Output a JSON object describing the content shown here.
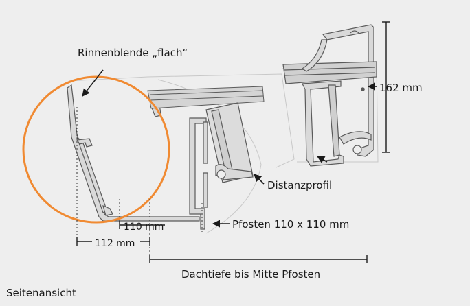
{
  "labels": {
    "rinnenblende": "Rinnenblende „flach“",
    "height": "162 mm",
    "distanzprofil": "Distanzprofil",
    "pfosten": "Pfosten 110 x 110 mm",
    "dim_110": "110 mm",
    "dim_112": "112 mm",
    "dachtiefe": "Dachtiefe bis Mitte Pfosten",
    "view": "Seitenansicht"
  },
  "colors": {
    "background": "#eeeeee",
    "profile_fill": "#d9d9d9",
    "profile_stroke": "#5a5a5a",
    "highlight_circle": "#f08a32",
    "text": "#1a1a1a"
  }
}
